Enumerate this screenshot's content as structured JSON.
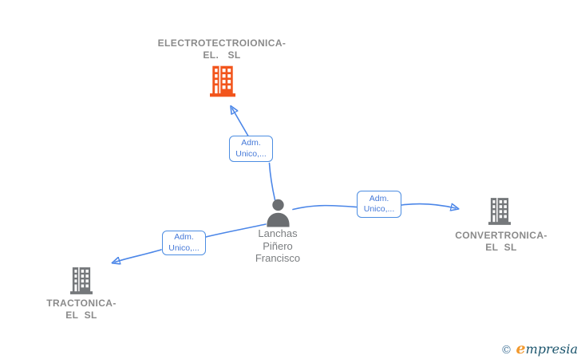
{
  "colors": {
    "edge_blue": "#4b86e8",
    "edge_label_blue": "#4c8de2",
    "company_text_gray": "#8a8a8a",
    "person_text_gray": "#7b7e80",
    "building_gray": "#75787b",
    "building_highlight_orange": "#f2551c",
    "person_icon_gray": "#6b6e71",
    "logo_orange": "#f2992e",
    "logo_teal": "#1d566e",
    "background": "#ffffff"
  },
  "nodes": {
    "electrotectroionica": {
      "type": "company",
      "highlighted": true,
      "name_lines": [
        "ELECTROTECTROIONICA-",
        "EL.   SL"
      ]
    },
    "convertronica": {
      "type": "company",
      "highlighted": false,
      "name_lines": [
        "CONVERTRONICA-",
        "EL  SL"
      ]
    },
    "tractonica": {
      "type": "company",
      "highlighted": false,
      "name_lines": [
        "TRACTONICA-",
        "EL  SL"
      ]
    },
    "person": {
      "type": "person",
      "name_lines": [
        "Lanchas",
        "Piñero",
        "Francisco"
      ]
    }
  },
  "edges": [
    {
      "from": "person",
      "to": "electrotectroionica",
      "label_lines": [
        "Adm.",
        "Unico,..."
      ]
    },
    {
      "from": "person",
      "to": "convertronica",
      "label_lines": [
        "Adm.",
        "Unico,..."
      ]
    },
    {
      "from": "person",
      "to": "tractonica",
      "label_lines": [
        "Adm.",
        "Unico,..."
      ]
    }
  ],
  "watermark": {
    "copyright_symbol": "©",
    "brand_first_letter": "e",
    "brand_rest": "mpresia"
  }
}
